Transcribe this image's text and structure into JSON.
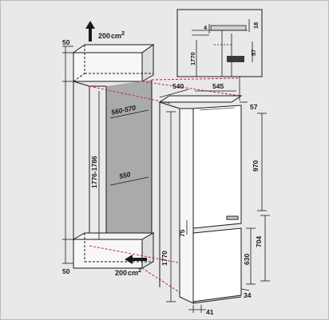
{
  "diagram": {
    "airflow_top": {
      "value": "200",
      "unit": "cm",
      "exp": "2"
    },
    "airflow_bottom": {
      "value": "200",
      "unit": "cm",
      "exp": "2"
    },
    "niche": {
      "top_gap": "50",
      "bottom_gap": "50",
      "height": "1776-1786",
      "depth": "560-570",
      "width": "550"
    },
    "appliance": {
      "depth": "540",
      "width": "545",
      "door_offset": "57",
      "upper_door": "970",
      "total_height": "1770",
      "lower_section": "704",
      "lower_door": "630",
      "hinge_gap": "75",
      "bottom_offset": "34",
      "base_width": "41"
    },
    "detail": {
      "gap": "4",
      "thickness": "18",
      "height": "1770",
      "offset": "57"
    },
    "colors": {
      "background": "#e9e9ea",
      "niche_fill": "#a9aaac",
      "line": "#1a1a1a",
      "guide_red": "#d2232a"
    }
  }
}
